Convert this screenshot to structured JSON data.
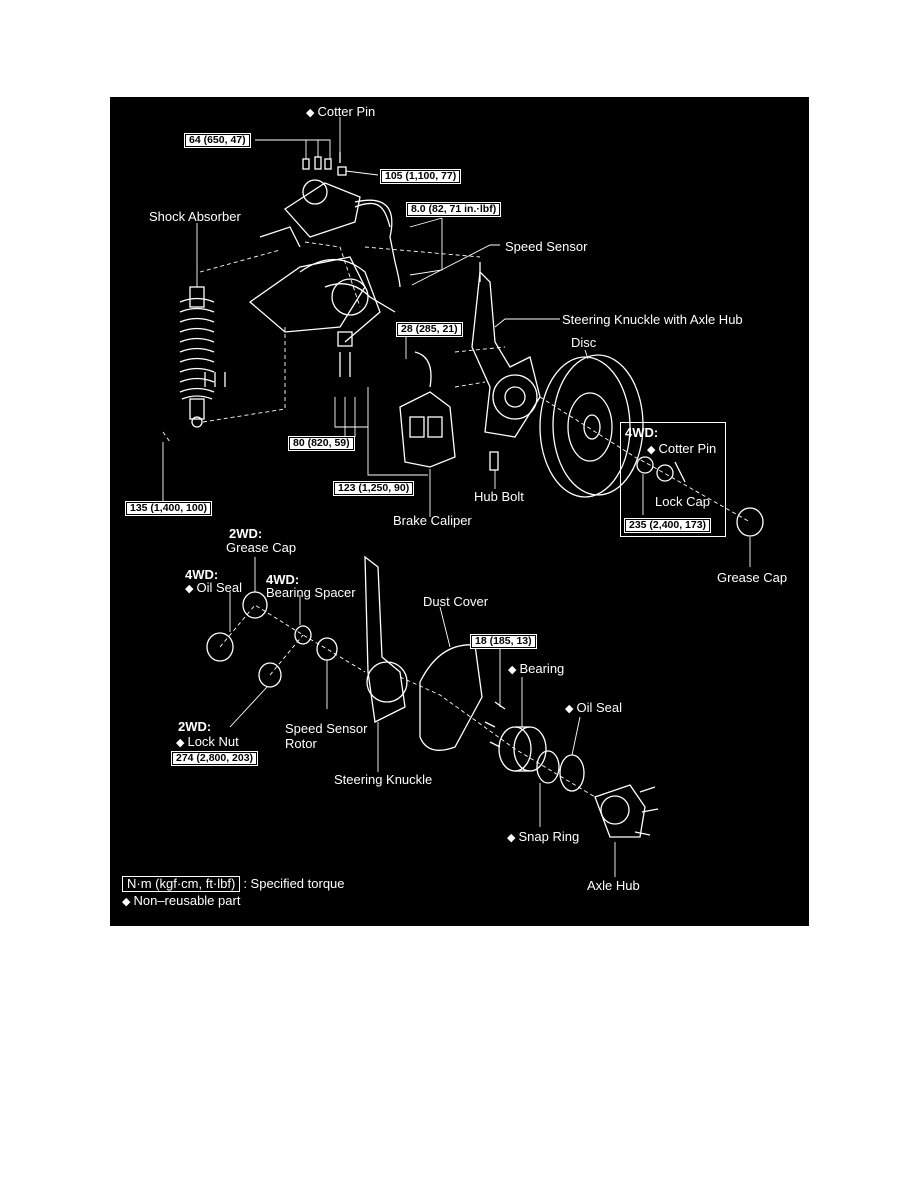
{
  "symbols": {
    "diamond": "◆"
  },
  "labels": {
    "cotter_pin_top": "Cotter Pin",
    "shock_absorber": "Shock Absorber",
    "speed_sensor": "Speed Sensor",
    "steering_knuckle_axle_hub": "Steering Knuckle with Axle Hub",
    "disc": "Disc",
    "hub_bolt": "Hub Bolt",
    "brake_caliper": "Brake Caliper",
    "fourwd_a": "4WD:",
    "cotter_pin_4wd": "Cotter Pin",
    "lock_cap": "Lock Cap",
    "grease_cap_right": "Grease Cap",
    "twowd_a": "2WD:",
    "grease_cap_2wd": "Grease Cap",
    "fourwd_b": "4WD:",
    "oil_seal_4wd": "Oil Seal",
    "fourwd_c": "4WD:",
    "bearing_spacer": "Bearing Spacer",
    "dust_cover": "Dust Cover",
    "bearing": "Bearing",
    "oil_seal_right": "Oil Seal",
    "twowd_b": "2WD:",
    "lock_nut": "Lock Nut",
    "speed_sensor_rotor_1": "Speed Sensor",
    "speed_sensor_rotor_2": "Rotor",
    "steering_knuckle": "Steering Knuckle",
    "snap_ring": "Snap Ring",
    "axle_hub": "Axle Hub"
  },
  "torques": {
    "t64": "64 (650, 47)",
    "t105": "105 (1,100, 77)",
    "t8": "8.0 (82, 71 in.·lbf)",
    "t28": "28 (285, 21)",
    "t80": "80 (820, 59)",
    "t123": "123 (1,250, 90)",
    "t135": "135 (1,400, 100)",
    "t235": "235 (2,400, 173)",
    "t18": "18 (185, 13)",
    "t274": "274 (2,800, 203)"
  },
  "legend": {
    "unit": "N·m (kgf·cm, ft·lbf)",
    "unit_desc": ": Specified torque",
    "nonreusable": "Non–reusable part"
  }
}
